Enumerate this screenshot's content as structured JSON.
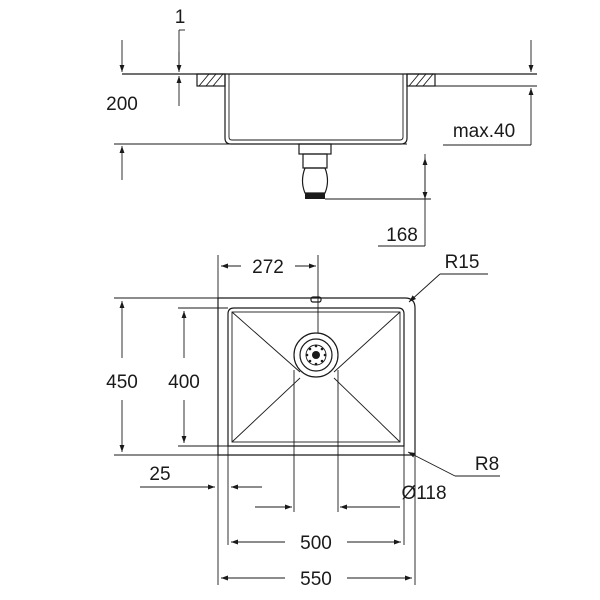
{
  "colors": {
    "line": "#1a1a1a",
    "background": "#ffffff"
  },
  "side_view": {
    "rim_thickness": "1",
    "height": "200",
    "max_countertop": "max.40",
    "waste_depth": "168"
  },
  "top_view": {
    "waste_offset": "272",
    "corner_outer_radius": "R15",
    "outer_depth": "450",
    "inner_depth": "400",
    "rim_width": "25",
    "corner_inner_radius": "R8",
    "waste_diameter": "Ø118",
    "inner_width": "500",
    "outer_width": "550"
  }
}
